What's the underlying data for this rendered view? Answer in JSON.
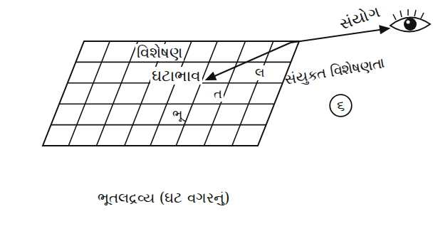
{
  "diagram": {
    "nodes": [
      {
        "text": [
          "ભૂતલદ્રવ્ય (ઘટ વગરનું)"
        ]
      },
      {
        "text": [
          "૬"
        ]
      }
    ],
    "labels": [
      "સંયોગ",
      "વિશેષણ",
      "ઘટાભાવ",
      "લ",
      "ત",
      "ભૂ",
      "સંયુક્ત વિશેષણતા"
    ]
  }
}
